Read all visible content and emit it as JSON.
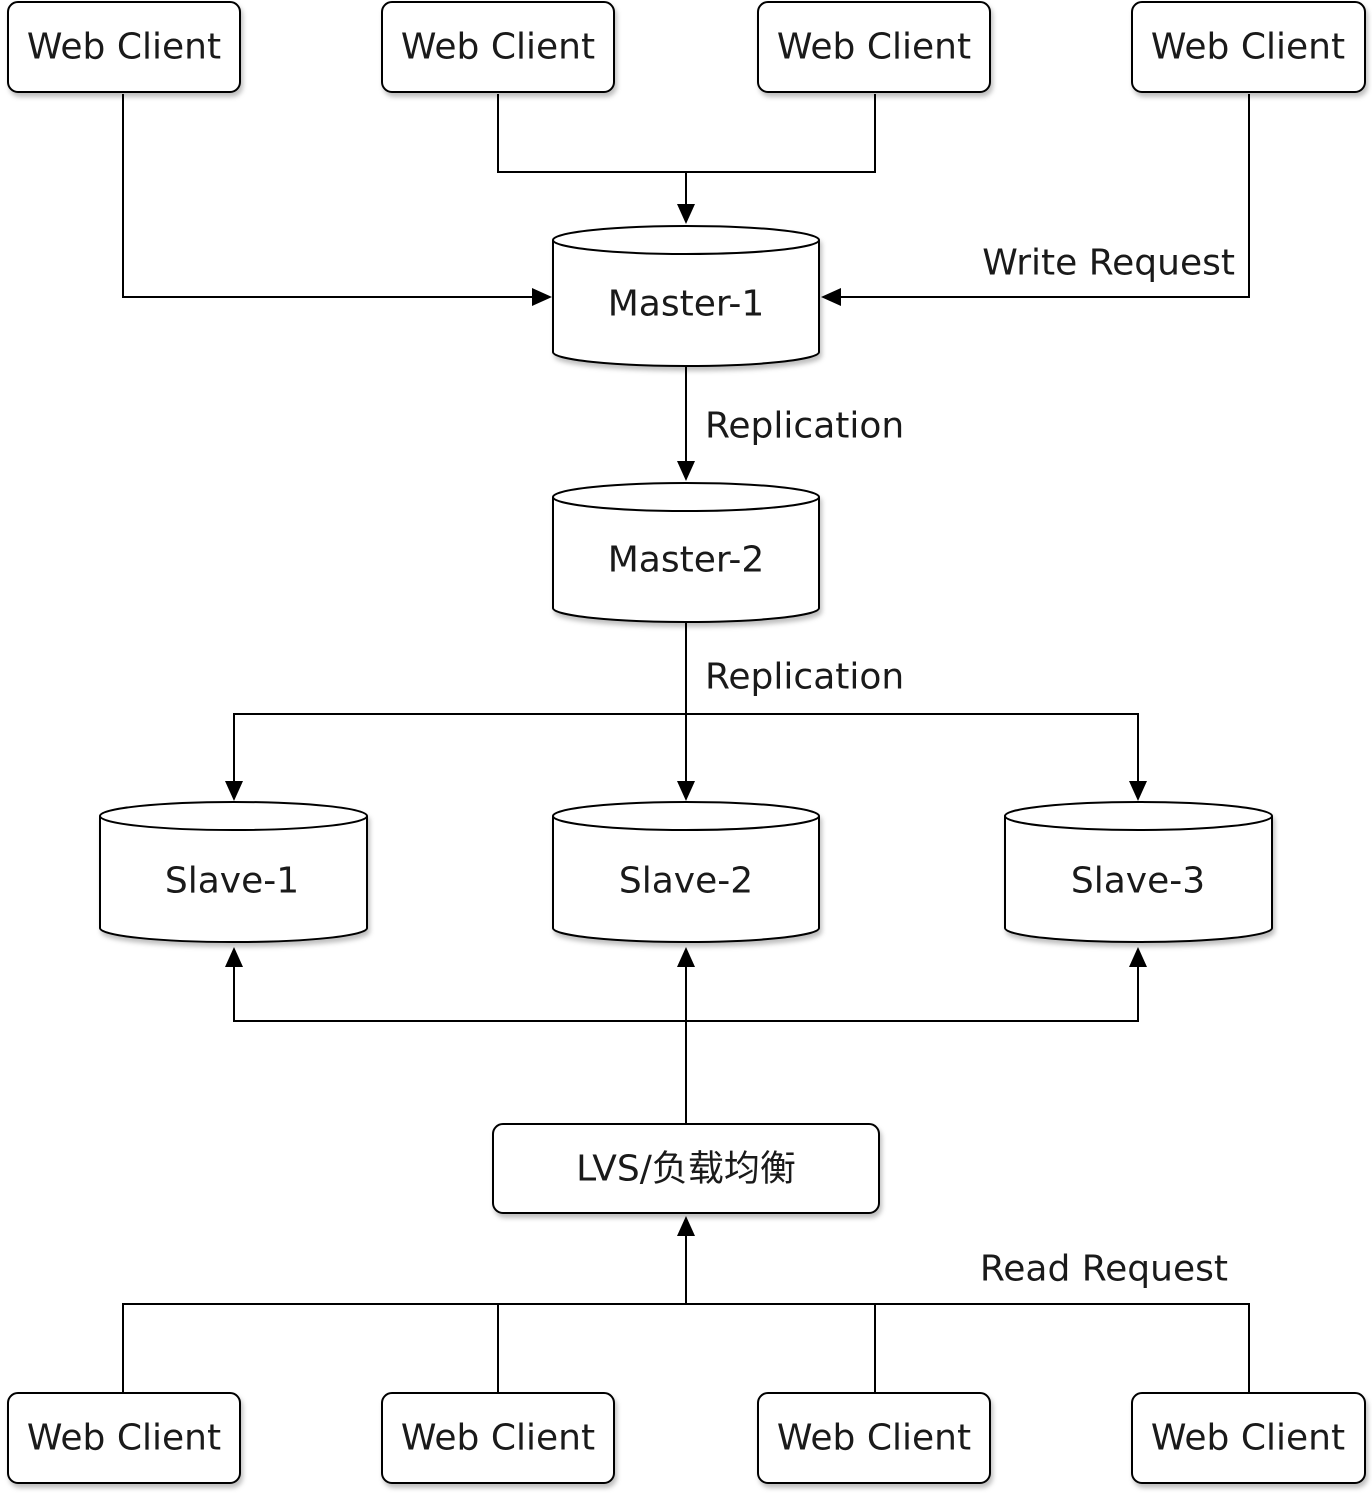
{
  "diagram": {
    "nodes": {
      "write_client_1": "Web Client",
      "write_client_2": "Web Client",
      "write_client_3": "Web Client",
      "write_client_4": "Web Client",
      "master_1": "Master-1",
      "master_2": "Master-2",
      "slave_1": "Slave-1",
      "slave_2": "Slave-2",
      "slave_3": "Slave-3",
      "load_balancer": "LVS/负载均衡",
      "read_client_1": "Web Client",
      "read_client_2": "Web Client",
      "read_client_3": "Web Client",
      "read_client_4": "Web Client"
    },
    "edge_labels": {
      "write_request": "Write Request",
      "replication_m1_m2": "Replication",
      "replication_m2_slaves": "Replication",
      "read_request": "Read Request"
    }
  }
}
